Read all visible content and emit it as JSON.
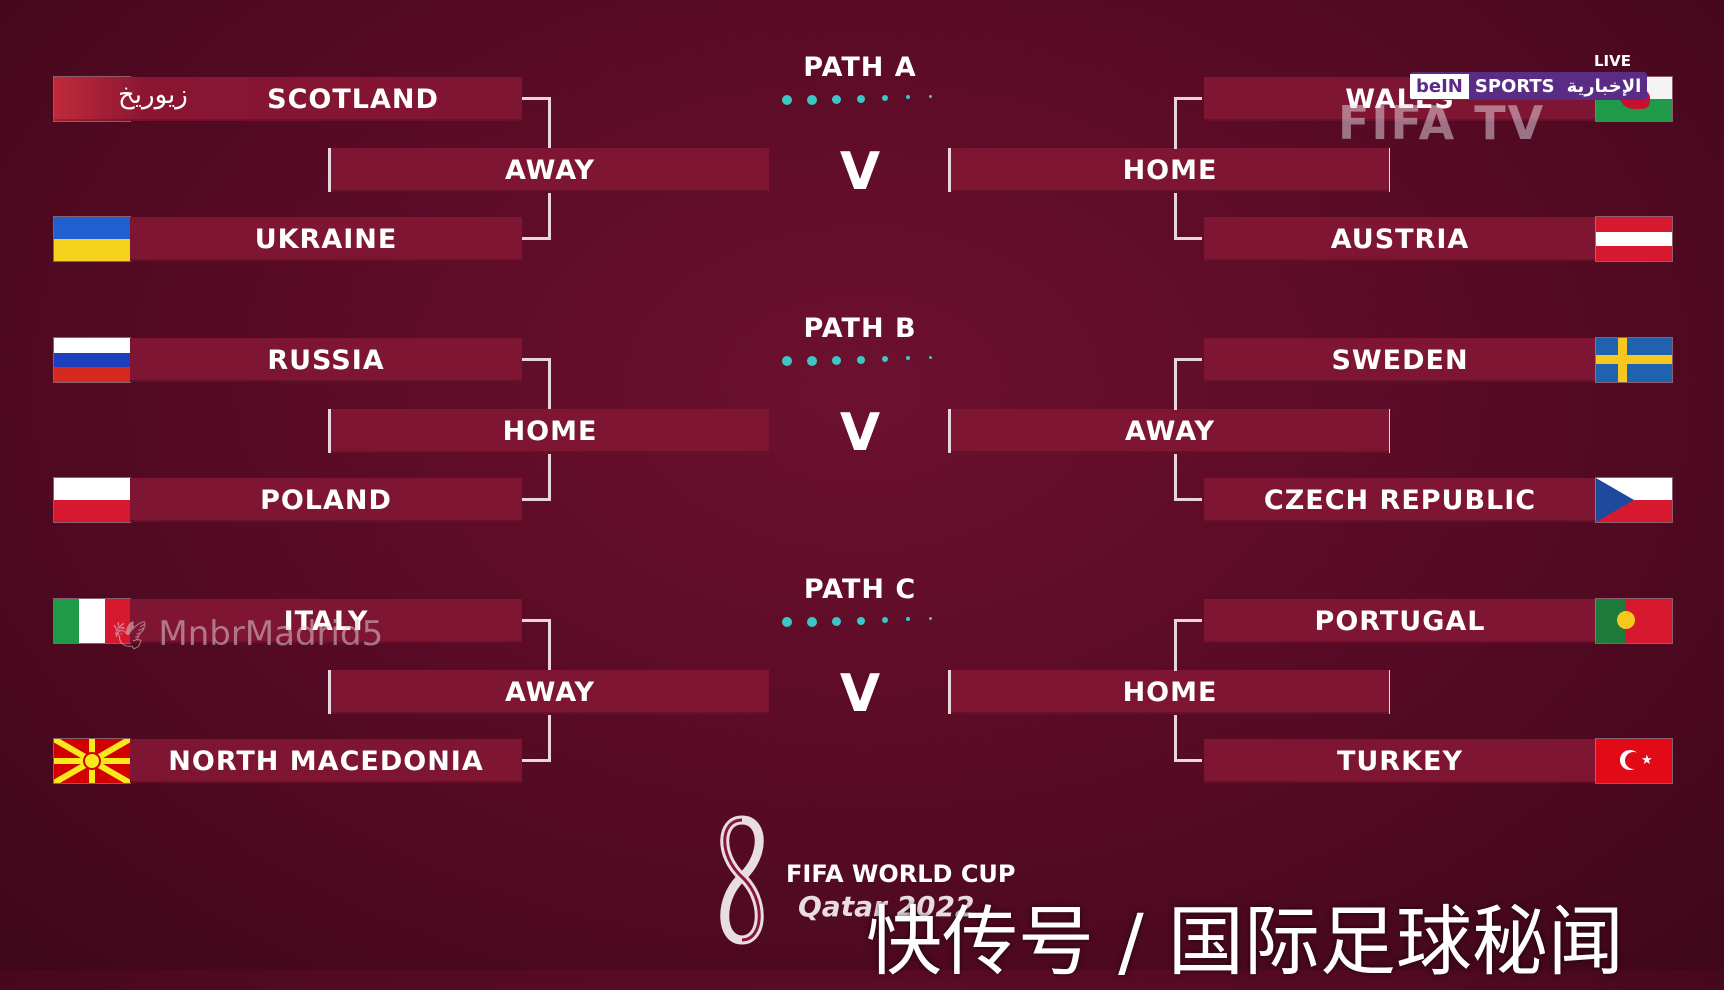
{
  "paths": [
    {
      "title": "PATH A",
      "left": {
        "team1": "SCOTLAND",
        "team2": "UKRAINE",
        "venue": "AWAY"
      },
      "right": {
        "team1": "WALES",
        "team2": "AUSTRIA",
        "venue": "HOME"
      },
      "versus": "V"
    },
    {
      "title": "PATH B",
      "left": {
        "team1": "RUSSIA",
        "team2": "POLAND",
        "venue": "HOME"
      },
      "right": {
        "team1": "SWEDEN",
        "team2": "CZECH REPUBLIC",
        "venue": "AWAY"
      },
      "versus": "V"
    },
    {
      "title": "PATH C",
      "left": {
        "team1": "ITALY",
        "team2": "NORTH MACEDONIA",
        "venue": "AWAY"
      },
      "right": {
        "team1": "PORTUGAL",
        "team2": "TURKEY",
        "venue": "HOME"
      },
      "versus": "V"
    }
  ],
  "broadcast": {
    "live": "LIVE",
    "network": "beIN",
    "network_sub": "SPORTS",
    "network_ar": "الإخبارية",
    "fifa_tv": "FIFA TV",
    "zurich_ar": "زيوريخ"
  },
  "logo": {
    "line1": "FIFA WORLD CUP",
    "line2": "Qatar 2022"
  },
  "watermark": "MnbrMadrid5",
  "source_caption": "快传号 / 国际足球秘闻",
  "colors": {
    "bar": "#7e1533",
    "accent": "#3cc7c6",
    "background": "#5a0b26"
  }
}
